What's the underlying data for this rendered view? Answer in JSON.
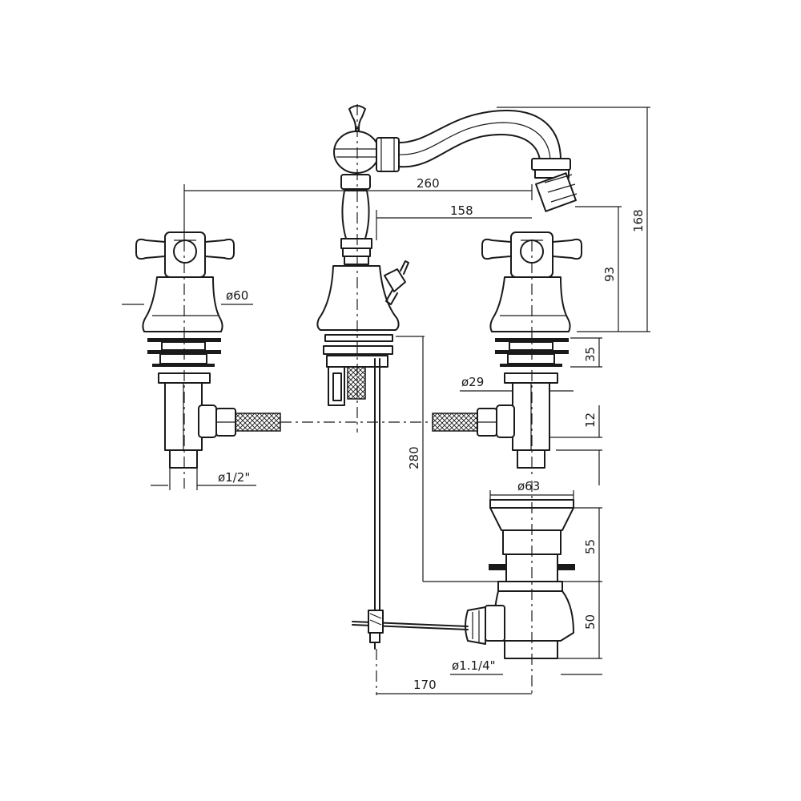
{
  "dimensions": {
    "spout_reach": "260",
    "handle_to_spout": "158",
    "total_height": "168",
    "spout_height": "93",
    "bell_diameter": "ø60",
    "shank_length": "35",
    "shank_diameter": "ø29",
    "connector_offset": "12",
    "inlet_thread": "ø1/2\"",
    "hose_length": "280",
    "waste_diameter": "ø63",
    "waste_upper": "55",
    "waste_lower": "50",
    "waste_thread": "ø1.1/4\"",
    "rod_to_waste": "170"
  }
}
